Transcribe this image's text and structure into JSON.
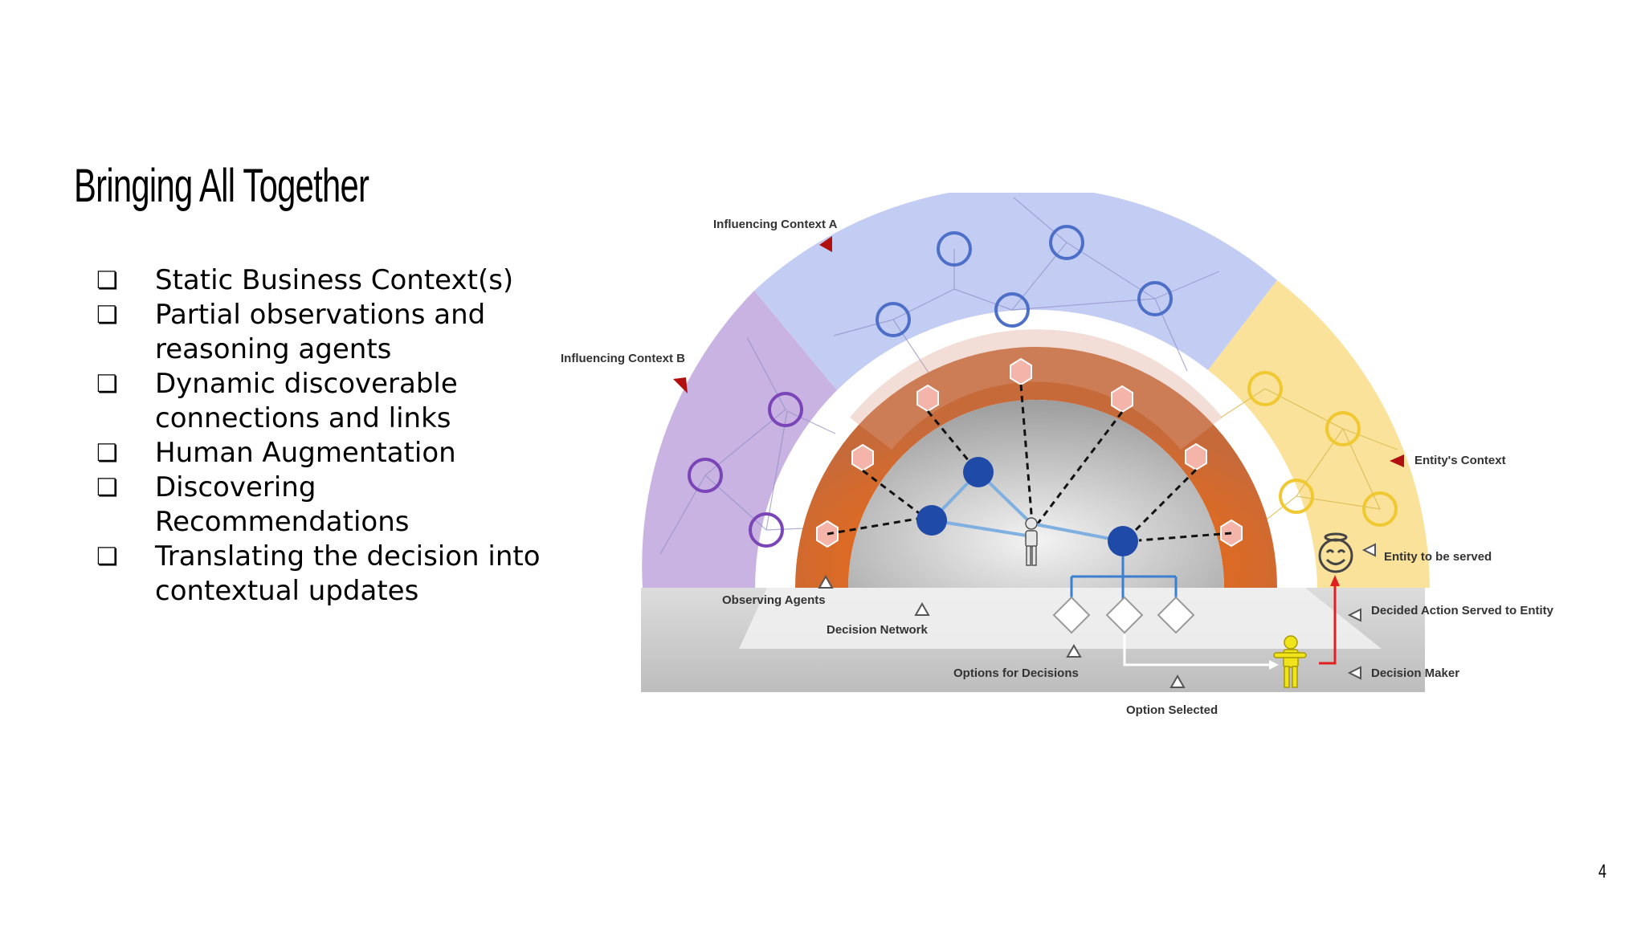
{
  "slide": {
    "title": "Bringing All Together",
    "page_number": "4",
    "bullet_marker": "❏",
    "bullets": [
      {
        "line1": "Static Business Context(s)",
        "line2": ""
      },
      {
        "line1": "Partial observations and",
        "line2": "reasoning agents"
      },
      {
        "line1": "Dynamic discoverable",
        "line2": "connections and links"
      },
      {
        "line1": "Human Augmentation",
        "line2": ""
      },
      {
        "line1": "Discovering",
        "line2": "Recommendations"
      },
      {
        "line1": "Translating the decision into",
        "line2": "contextual updates"
      }
    ]
  },
  "diagram": {
    "labels": {
      "context_a": "Influencing Context A",
      "context_b": "Influencing Context B",
      "entity_context": "Entity's Context",
      "entity_served": "Entity to be served",
      "decided_action": "Decided Action Served to Entity",
      "decision_maker": "Decision Maker",
      "observing_agents": "Observing Agents",
      "decision_network": "Decision Network",
      "options_for_decisions": "Options for Decisions",
      "option_selected": "Option Selected"
    },
    "colors": {
      "context_a": "#c3cdf4",
      "context_b": "#c9b3e2",
      "entity_context": "#fbe29a",
      "agents_ring": "#e8782f",
      "agent_node": "#f4b4aa",
      "network_node": "#1f4aa8",
      "red_marker": "#b01010",
      "decision_maker": "#f2e41a"
    }
  }
}
